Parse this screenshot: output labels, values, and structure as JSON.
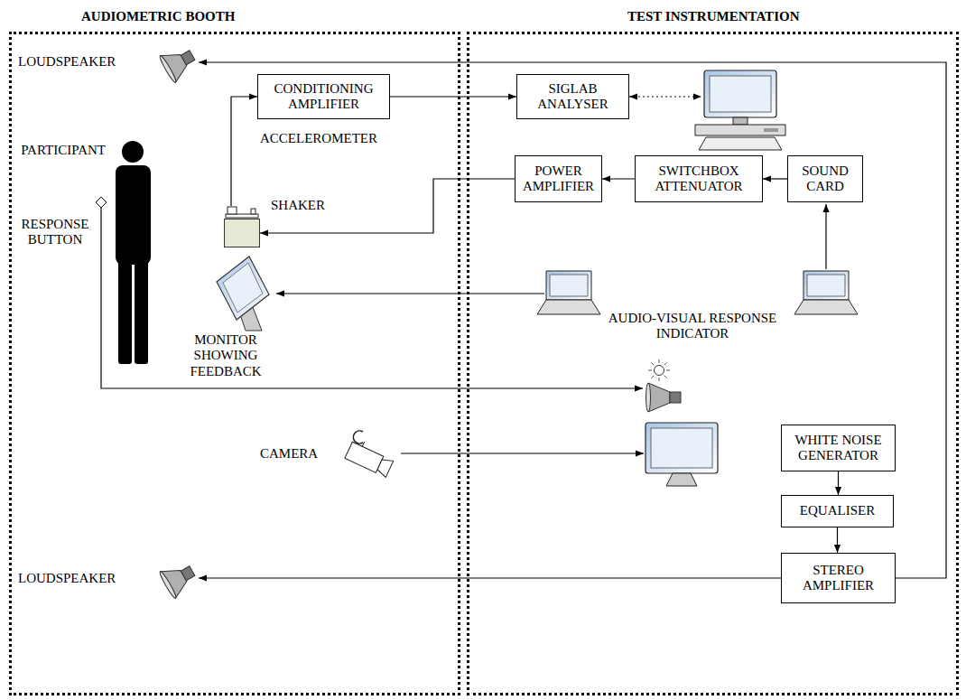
{
  "diagram": {
    "nodes": [
      {
        "text": [
          "AUDIOMETRIC BOOTH"
        ]
      },
      {
        "text": [
          "TEST INSTRUMENTATION"
        ]
      },
      {
        "text": [
          "LOUDSPEAKER"
        ],
        "in": 0
      },
      {
        "text": [
          "CONDITIONING AMPLIFIER"
        ],
        "in": 0
      },
      {
        "text": [
          "PARTICIPANT"
        ],
        "in": 0
      },
      {
        "text": [
          "ACCELEROMETER"
        ],
        "in": 0
      },
      {
        "text": [
          "SHAKER"
        ],
        "in": 0
      },
      {
        "text": [
          "RESPONSE BUTTON"
        ],
        "in": 0
      },
      {
        "text": [
          "MONITOR SHOWING FEEDBACK"
        ],
        "in": 0
      },
      {
        "text": [
          "CAMERA"
        ],
        "in": 0
      },
      {
        "text": [
          "LOUDSPEAKER"
        ],
        "in": 0
      },
      {
        "text": [
          "SIGLAB ANALYSER"
        ],
        "in": 1
      },
      {
        "text": [
          "POWER AMPLIFIER"
        ],
        "in": 1
      },
      {
        "text": [
          "SWITCHBOX ATTENUATOR"
        ],
        "in": 1
      },
      {
        "text": [
          "SOUND CARD"
        ],
        "in": 1
      },
      {
        "text": [
          "AUDIO-VISUAL RESPONSE INDICATOR"
        ],
        "in": 1
      },
      {
        "text": [
          "WHITE NOISE GENERATOR"
        ],
        "in": 1
      },
      {
        "text": [
          "EQUALISER"
        ],
        "in": 1
      },
      {
        "text": [
          "STEREO AMPLIFIER"
        ],
        "in": 1
      }
    ],
    "edges": [
      {
        "from": 5,
        "to": 3,
        "arrow": "to"
      },
      {
        "from": 3,
        "to": 11,
        "arrow": "to"
      },
      {
        "from": 14,
        "to": 13,
        "arrow": "to"
      },
      {
        "from": 13,
        "to": 12,
        "arrow": "to"
      },
      {
        "from": 12,
        "to": 6,
        "arrow": "to"
      },
      {
        "from": 7,
        "to": 15,
        "arrow": "to"
      },
      {
        "from": 16,
        "to": 17,
        "arrow": "to"
      },
      {
        "from": 17,
        "to": 18,
        "arrow": "to"
      },
      {
        "from": 18,
        "to": 10,
        "arrow": "to"
      },
      {
        "from": 18,
        "to": 2,
        "arrow": "to"
      }
    ]
  }
}
